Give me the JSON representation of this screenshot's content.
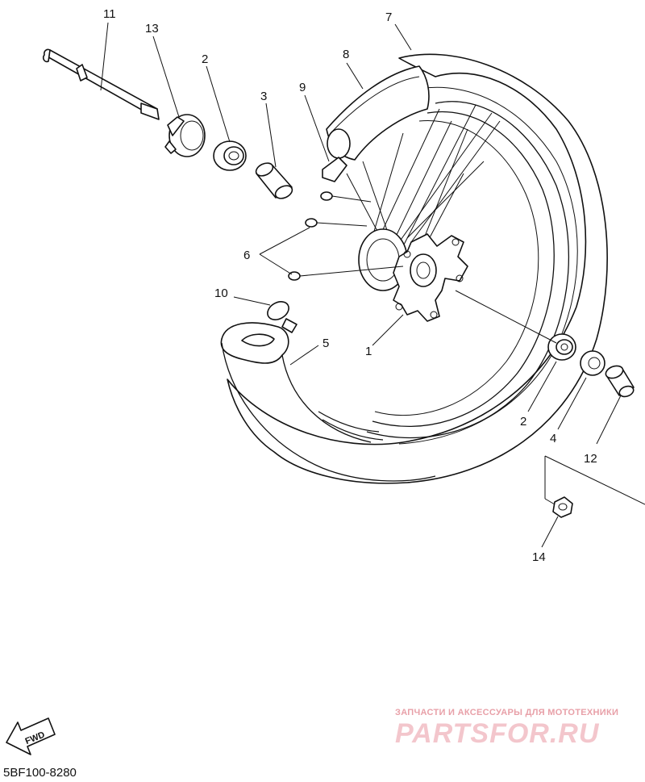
{
  "callouts": {
    "c1": "1",
    "c2a": "2",
    "c2b": "2",
    "c3": "3",
    "c4": "4",
    "c5": "5",
    "c6": "6",
    "c7": "7",
    "c8": "8",
    "c9": "9",
    "c10": "10",
    "c11": "11",
    "c12": "12",
    "c13": "13",
    "c14": "14"
  },
  "diagram_code": "5BF100-8280",
  "fwd_label": "FWD",
  "watermark": {
    "tagline": "ЗАПЧАСТИ И АКСЕССУАРЫ ДЛЯ МОТОТЕХНИКИ",
    "logo": "PARTSFOR.RU"
  }
}
